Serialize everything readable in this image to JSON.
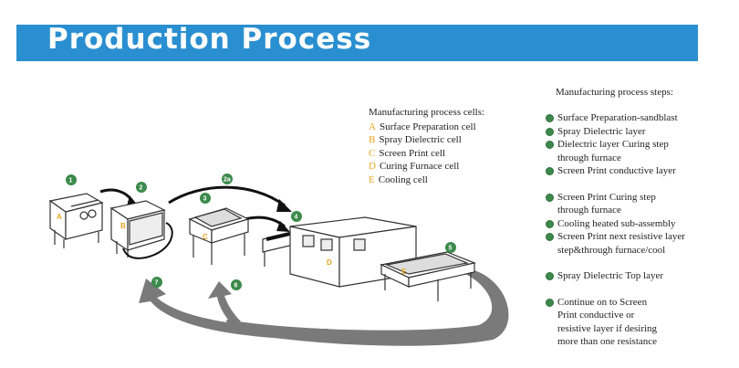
{
  "header": {
    "title": "Production  Process"
  },
  "cells": {
    "title": "Manufacturing process cells:",
    "items": [
      {
        "letter": "A",
        "label": "Surface Preparation cell"
      },
      {
        "letter": "B",
        "label": "Spray Dielectric cell"
      },
      {
        "letter": "C",
        "label": "Screen Print cell"
      },
      {
        "letter": "D",
        "label": "Curing Furnace cell"
      },
      {
        "letter": "E",
        "label": "Cooling cell"
      }
    ]
  },
  "steps": {
    "title": "Manufacturing process steps:",
    "items": [
      "Surface Preparation-sandblast",
      "Spray Dielectric layer",
      "Dielectric layer Curing step\nthrough furnace",
      "Screen Print conductive layer",
      "Screen Print Curing step\nthrough furnace",
      "Cooling heated sub-assembly",
      "Screen Print next resistive layer\nstep&through furnace/cool",
      "Spray Dielectric Top layer",
      "Continue on to Screen\nPrint conductive or\nresistive layer if desiring\nmore than one resistance"
    ]
  },
  "diagram": {
    "equipment_labels": [
      "A",
      "B",
      "C",
      "D",
      "E"
    ],
    "step_markers": [
      "1",
      "2",
      "2a",
      "3",
      "4",
      "5",
      "6",
      "7"
    ],
    "colors": {
      "banner": "#2a8fd0",
      "marker": "#3c8a4b",
      "letter": "#e6a51f",
      "arrow": "#7a7a7a"
    }
  }
}
